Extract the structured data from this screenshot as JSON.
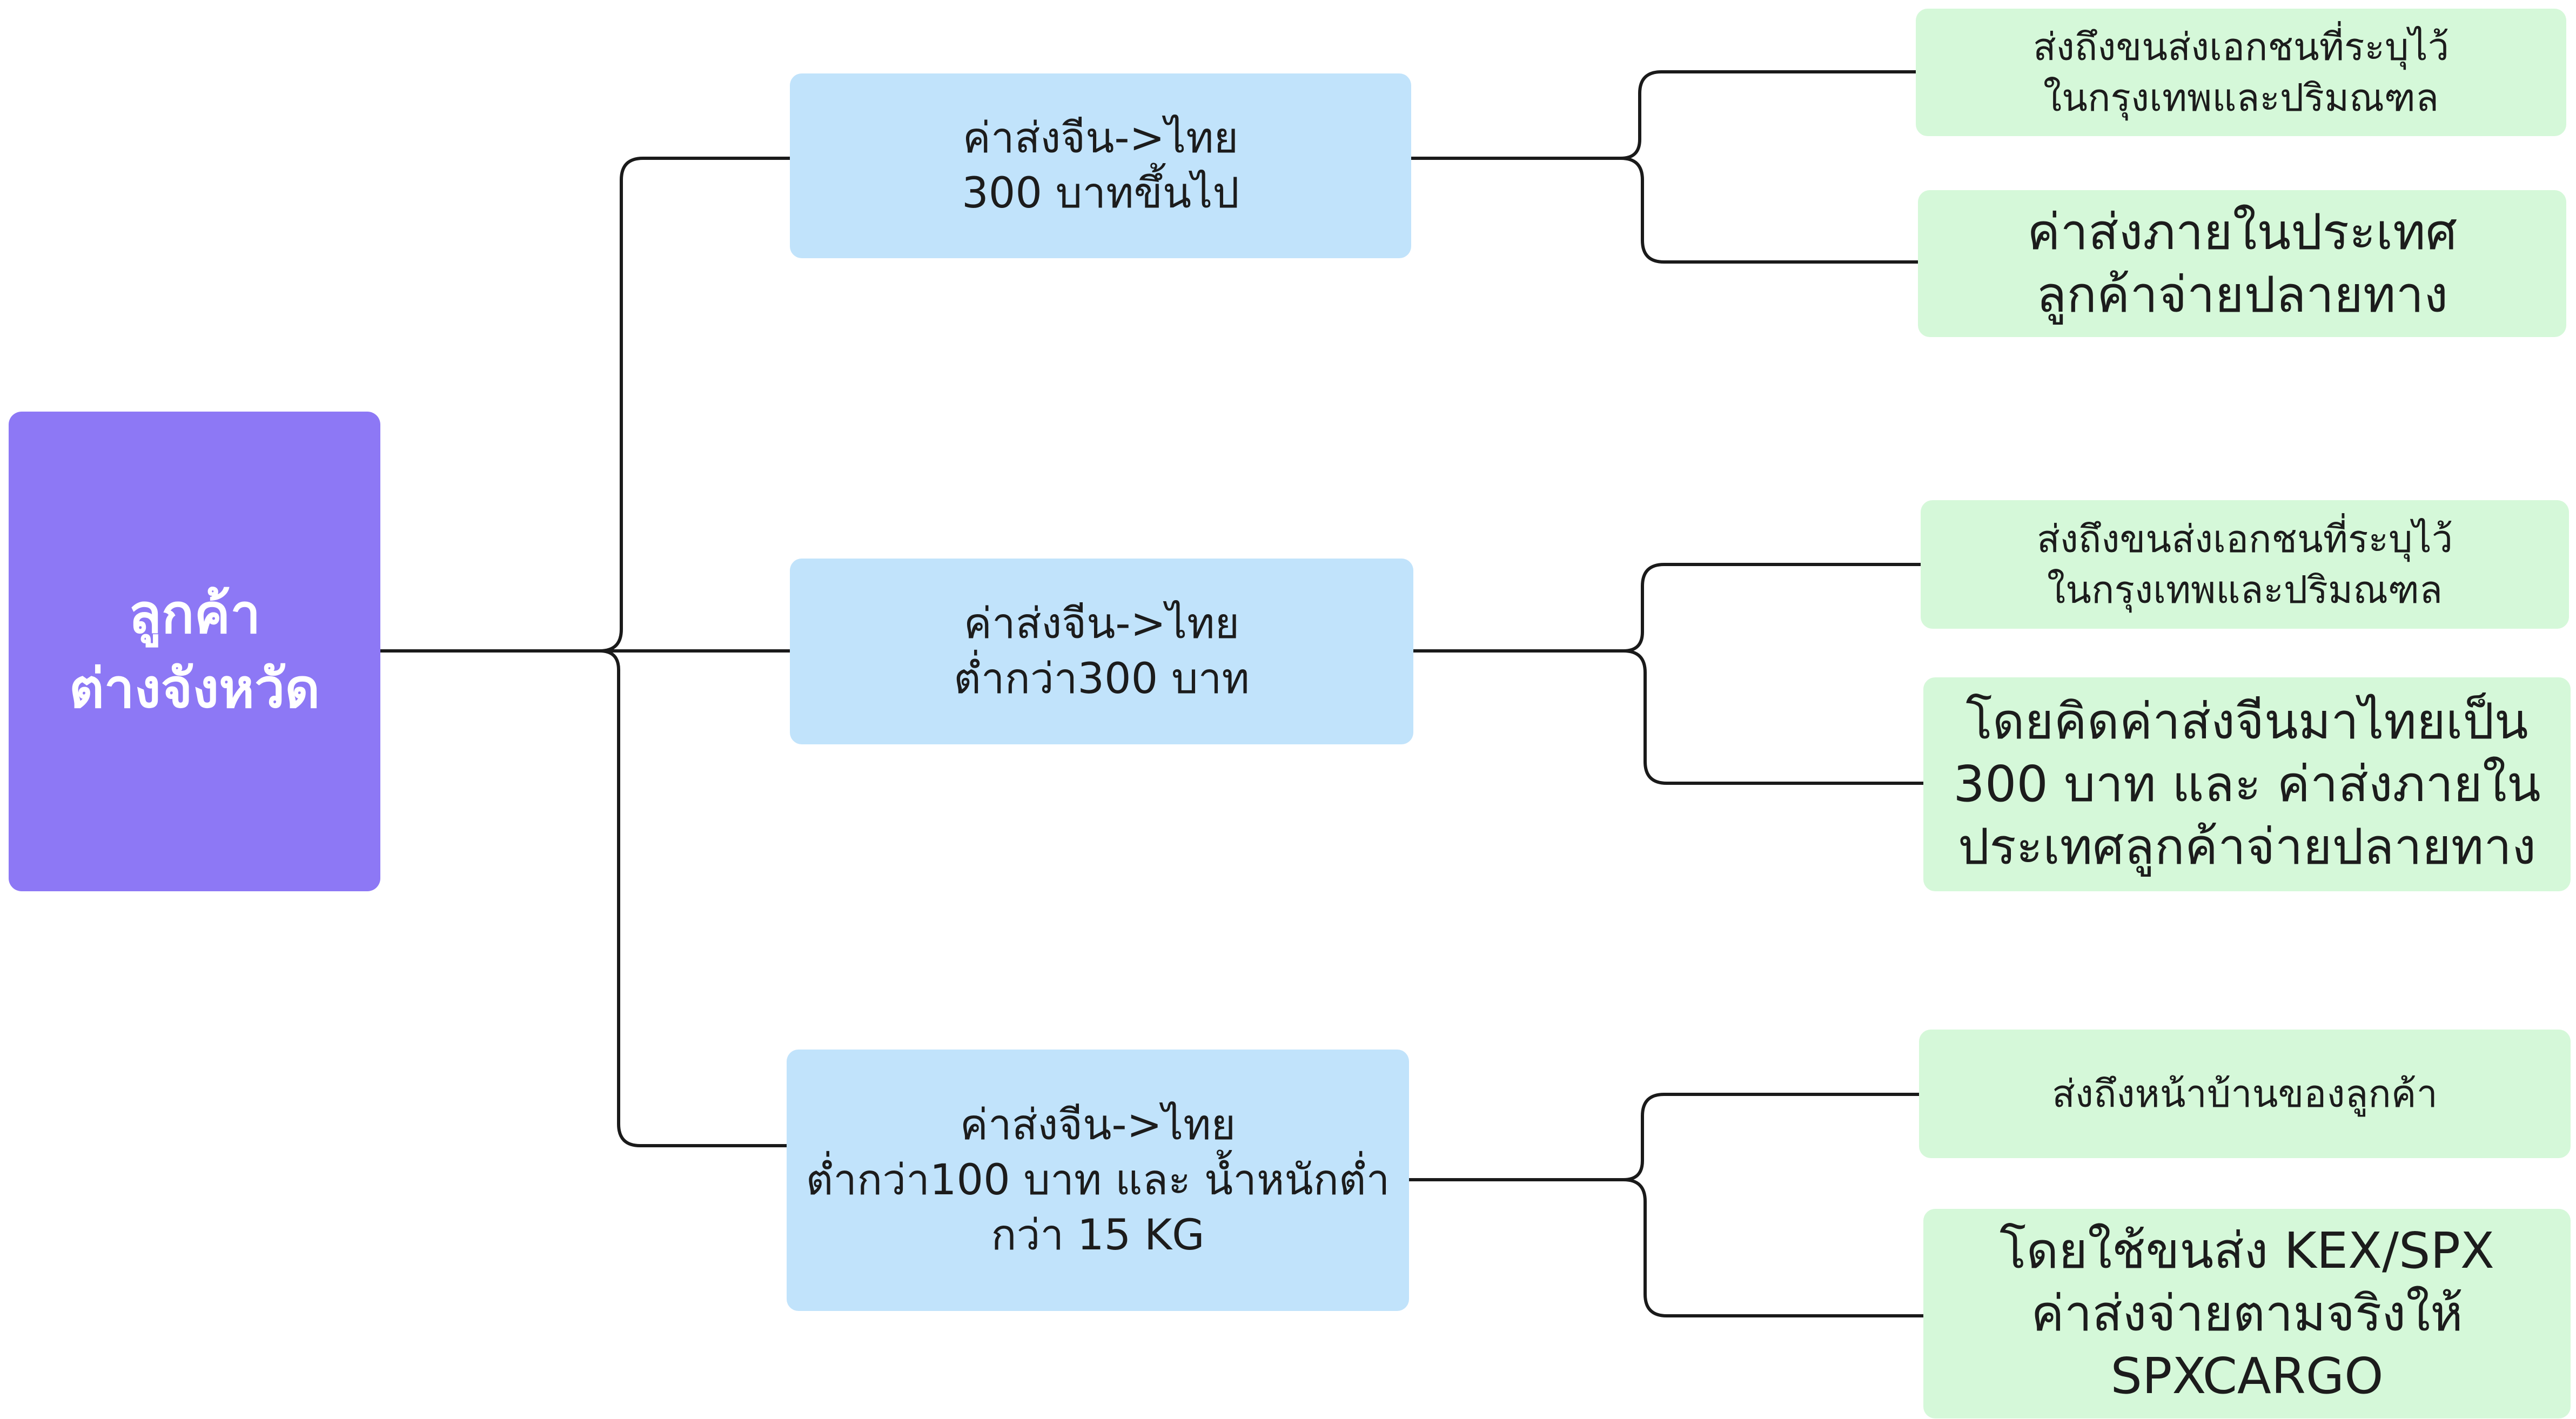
{
  "root": {
    "lines": [
      "ลูกค้า",
      "ต่างจังหวัด"
    ]
  },
  "branches": [
    {
      "label_lines": [
        "ค่าส่งจีน->ไทย",
        "300 บาทขึ้นไป"
      ],
      "children": [
        {
          "lines": [
            "ส่งถึงขนส่งเอกชนที่ระบุไว้",
            "ในกรุงเทพและปริมณฑล"
          ]
        },
        {
          "lines": [
            "ค่าส่งภายในประเทศ",
            "ลูกค้าจ่ายปลายทาง"
          ]
        }
      ]
    },
    {
      "label_lines": [
        "ค่าส่งจีน->ไทย",
        "ต่ำกว่า300 บาท"
      ],
      "children": [
        {
          "lines": [
            "ส่งถึงขนส่งเอกชนที่ระบุไว้",
            "ในกรุงเทพและปริมณฑล"
          ]
        },
        {
          "lines": [
            "โดยคิดค่าส่งจีนมาไทยเป็น",
            "300 บาท  และ ค่าส่งภายใน",
            "ประเทศลูกค้าจ่ายปลายทาง"
          ]
        }
      ]
    },
    {
      "label_lines": [
        "ค่าส่งจีน->ไทย",
        "ต่ำกว่า100 บาท และ น้ำหนักต่ำ",
        "กว่า 15 KG"
      ],
      "children": [
        {
          "lines": [
            "ส่งถึงหน้าบ้านของลูกค้า"
          ]
        },
        {
          "lines": [
            "โดยใช้ขนส่ง KEX/SPX",
            "ค่าส่งจ่ายตามจริงให้",
            "SPXCARGO"
          ]
        }
      ]
    }
  ],
  "colors": {
    "root_fill": "#8d78f5",
    "branch_fill": "#c1e3fb",
    "leaf_fill": "#d5f8d9",
    "connector": "#1a1a1a"
  }
}
